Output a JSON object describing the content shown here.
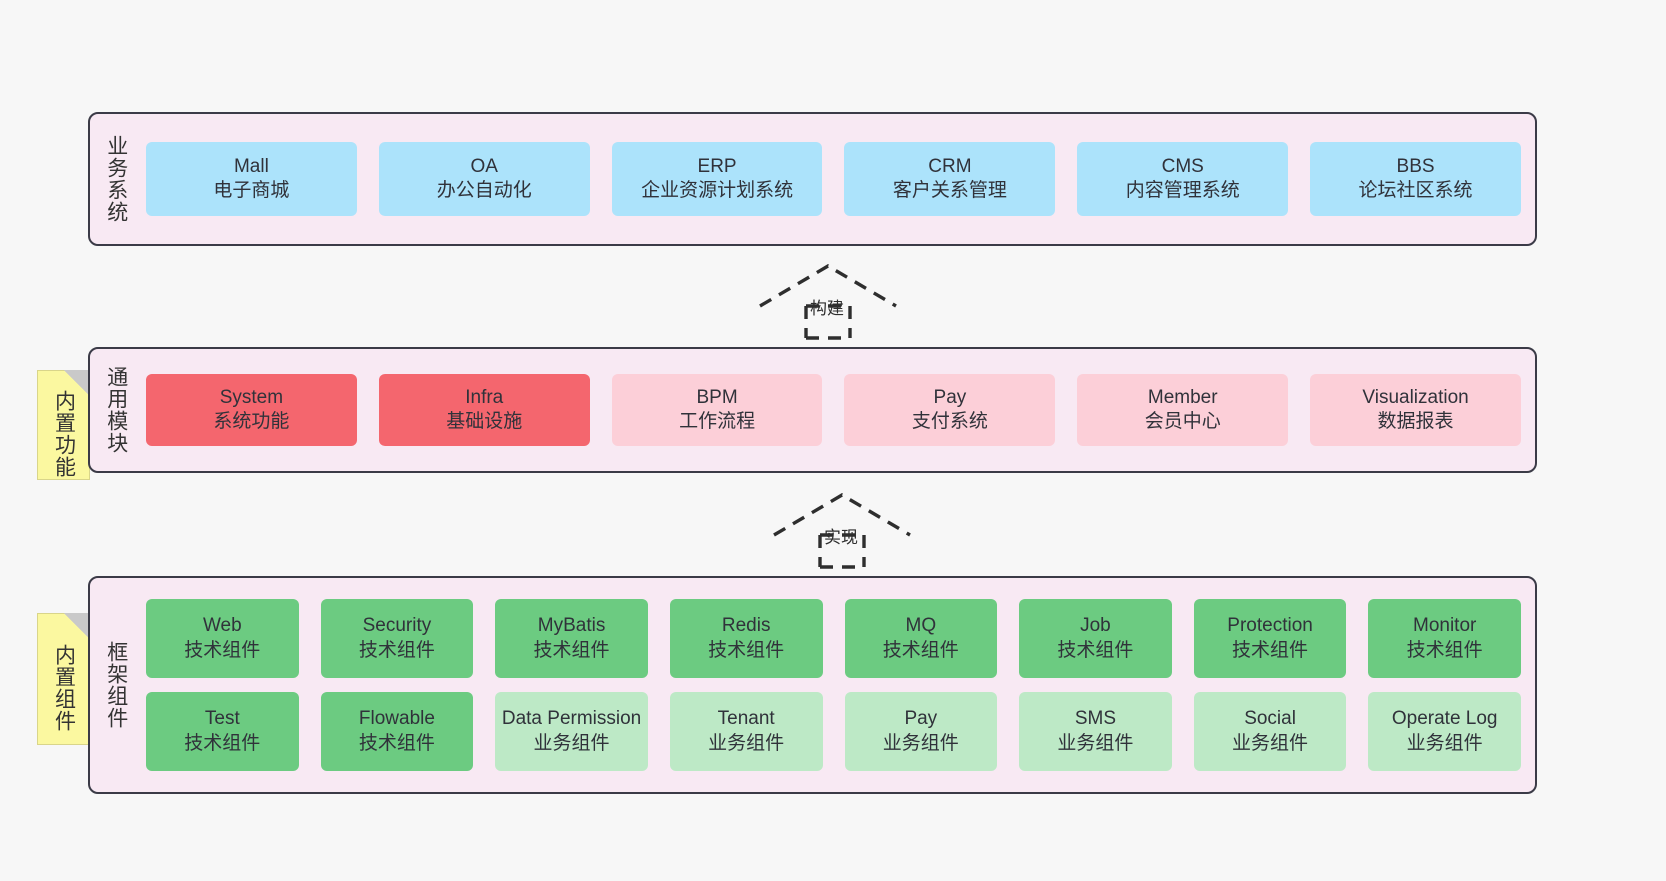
{
  "diagram": {
    "background": "#f7f7f7",
    "panel_fill": "#f8e9f3",
    "panel_border": "#3b3b47",
    "note_fill": "#fbf8a0",
    "colors": {
      "business": "#ace3fb",
      "core_module": "#f4666e",
      "module": "#fccfd8",
      "tech_component": "#6ccb81",
      "biz_component": "#bde9c6"
    }
  },
  "layers": {
    "business": {
      "title": "业务系统",
      "cards": [
        {
          "t1": "Mall",
          "t2": "电子商城"
        },
        {
          "t1": "OA",
          "t2": "办公自动化"
        },
        {
          "t1": "ERP",
          "t2": "企业资源计划系统"
        },
        {
          "t1": "CRM",
          "t2": "客户关系管理"
        },
        {
          "t1": "CMS",
          "t2": "内容管理系统"
        },
        {
          "t1": "BBS",
          "t2": "论坛社区系统"
        }
      ]
    },
    "common": {
      "title": "通用模块",
      "note": "内置功能",
      "cards": [
        {
          "t1": "System",
          "t2": "系统功能",
          "color": "c-red"
        },
        {
          "t1": "Infra",
          "t2": "基础设施",
          "color": "c-red"
        },
        {
          "t1": "BPM",
          "t2": "工作流程",
          "color": "c-pink"
        },
        {
          "t1": "Pay",
          "t2": "支付系统",
          "color": "c-pink"
        },
        {
          "t1": "Member",
          "t2": "会员中心",
          "color": "c-pink"
        },
        {
          "t1": "Visualization",
          "t2": "数据报表",
          "color": "c-pink"
        }
      ]
    },
    "framework": {
      "title": "框架组件",
      "note": "内置组件",
      "row1": [
        {
          "t1": "Web",
          "t2": "技术组件",
          "color": "c-green"
        },
        {
          "t1": "Security",
          "t2": "技术组件",
          "color": "c-green"
        },
        {
          "t1": "MyBatis",
          "t2": "技术组件",
          "color": "c-green"
        },
        {
          "t1": "Redis",
          "t2": "技术组件",
          "color": "c-green"
        },
        {
          "t1": "MQ",
          "t2": "技术组件",
          "color": "c-green"
        },
        {
          "t1": "Job",
          "t2": "技术组件",
          "color": "c-green"
        },
        {
          "t1": "Protection",
          "t2": "技术组件",
          "color": "c-green"
        },
        {
          "t1": "Monitor",
          "t2": "技术组件",
          "color": "c-green"
        }
      ],
      "row2": [
        {
          "t1": "Test",
          "t2": "技术组件",
          "color": "c-green"
        },
        {
          "t1": "Flowable",
          "t2": "技术组件",
          "color": "c-green"
        },
        {
          "t1": "Data Permission",
          "t2": "业务组件",
          "color": "c-lightgreen"
        },
        {
          "t1": "Tenant",
          "t2": "业务组件",
          "color": "c-lightgreen"
        },
        {
          "t1": "Pay",
          "t2": "业务组件",
          "color": "c-lightgreen"
        },
        {
          "t1": "SMS",
          "t2": "业务组件",
          "color": "c-lightgreen"
        },
        {
          "t1": "Social",
          "t2": "业务组件",
          "color": "c-lightgreen"
        },
        {
          "t1": "Operate Log",
          "t2": "业务组件",
          "color": "c-lightgreen"
        }
      ]
    }
  },
  "connectors": [
    {
      "label": "构建"
    },
    {
      "label": "实现"
    }
  ]
}
